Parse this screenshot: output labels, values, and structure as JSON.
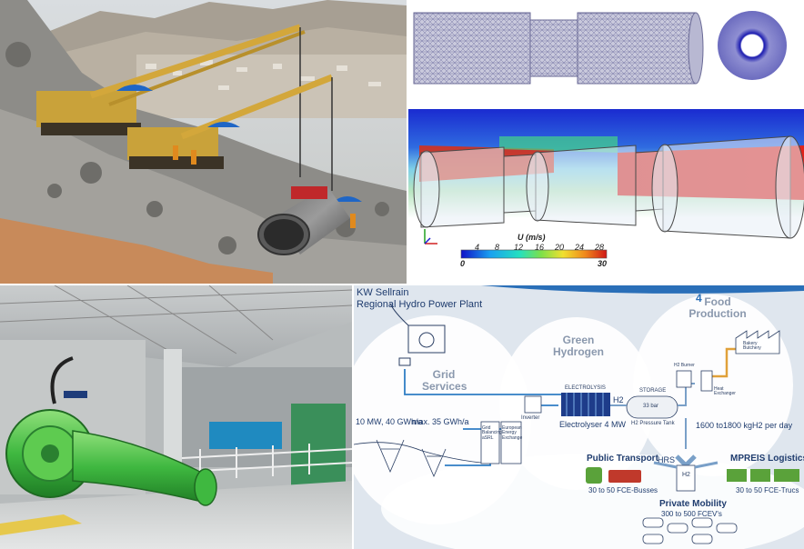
{
  "cfd": {
    "legend_title": "U (m/s)",
    "scale_ticks": [
      "4",
      "8",
      "12",
      "16",
      "20",
      "24",
      "28"
    ],
    "scale_min": "0",
    "scale_max": "30"
  },
  "diagram": {
    "plant_title_line1": "KW Sellrain",
    "plant_title_line2": "Regional Hydro Power Plant",
    "grid_services": "Grid Services",
    "green_hydrogen": "Green Hydrogen",
    "food_production": "Food Production",
    "power_output": "10 MW, 40 GWh/a",
    "max_energy": "max. 35 GWh/a",
    "grid_balancing": "Grid Balancing aSRL",
    "european_energy_exchange": "European Energy Exchange",
    "inverter": "Inverter",
    "electrolysis": "ELECTROLYSIS",
    "electrolyser": "Electrolyser 4 MW",
    "h2_first": "H2",
    "storage": "STORAGE",
    "tank_pressure": "33 bar",
    "h2_pressure_tank": "H2 Pressure Tank",
    "h2_burner": "H2 Burner",
    "heat_exchanger": "Heat Exchanger",
    "bakery": "Bakery Butchery",
    "per_day": "1600 to1800 kgH2 per day",
    "hrs": "HRS",
    "h2_dispenser": "H2",
    "public_transport": "Public Transport",
    "busses": "30 to 50 FCE-Busses",
    "logistics": "MPREIS Logistics",
    "trucks": "30 to 50 FCE-Trucs",
    "private_mobility": "Private Mobility",
    "fcevs": "300 to 500 FCEV's",
    "corner_number": "4"
  },
  "colors": {
    "diagram_title": "#1f3c6e",
    "bubble_text": "#8a98ad",
    "flow_arrow": "#2f7dc4",
    "hydrogen_line": "#7aa0c8",
    "heat_line": "#e0a13a",
    "truck_green": "#5aa23a",
    "bus_red": "#c0392b",
    "pipe_green": "#3fb840"
  }
}
